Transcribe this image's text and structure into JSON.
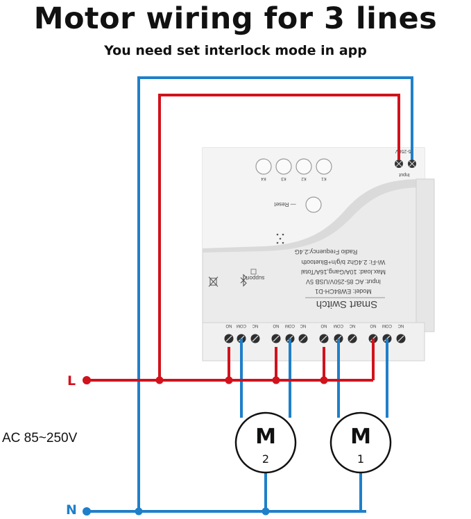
{
  "header": {
    "title": "Motor wiring for 3 lines",
    "subtitle": "You need set interlock mode in  app"
  },
  "power": {
    "line_label": "L",
    "neutral_label": "N",
    "ac_label": "AC 85~250V"
  },
  "device": {
    "name": "Smart Switch",
    "model": "Model:  EW84CH-D1",
    "input_spec": "Input:  AC 85-250V/USB 5V",
    "max_load": "Max.load:  10A/Gang,16A/Total",
    "wifi": "Wi-Fi:  2.4Ghz b/g/n+Bluetooth",
    "radio": "Radio Frequency:2.4G",
    "support": "support",
    "reset": "— Reset",
    "input_voltage": "85-250V",
    "input_label": "Input",
    "buttons": [
      "K1",
      "K2",
      "K3",
      "K4"
    ],
    "terminal_groups": [
      [
        "NC",
        "COM",
        "NO"
      ],
      [
        "NC",
        "COM",
        "NO"
      ],
      [
        "NC",
        "COM",
        "NO"
      ],
      [
        "NC",
        "COM",
        "NO"
      ]
    ]
  },
  "motors": [
    {
      "letter": "M",
      "number": "2"
    },
    {
      "letter": "M",
      "number": "1"
    }
  ],
  "colors": {
    "live": "#d1121c",
    "neutral": "#1f7fc9",
    "device_body": "#ececec"
  }
}
